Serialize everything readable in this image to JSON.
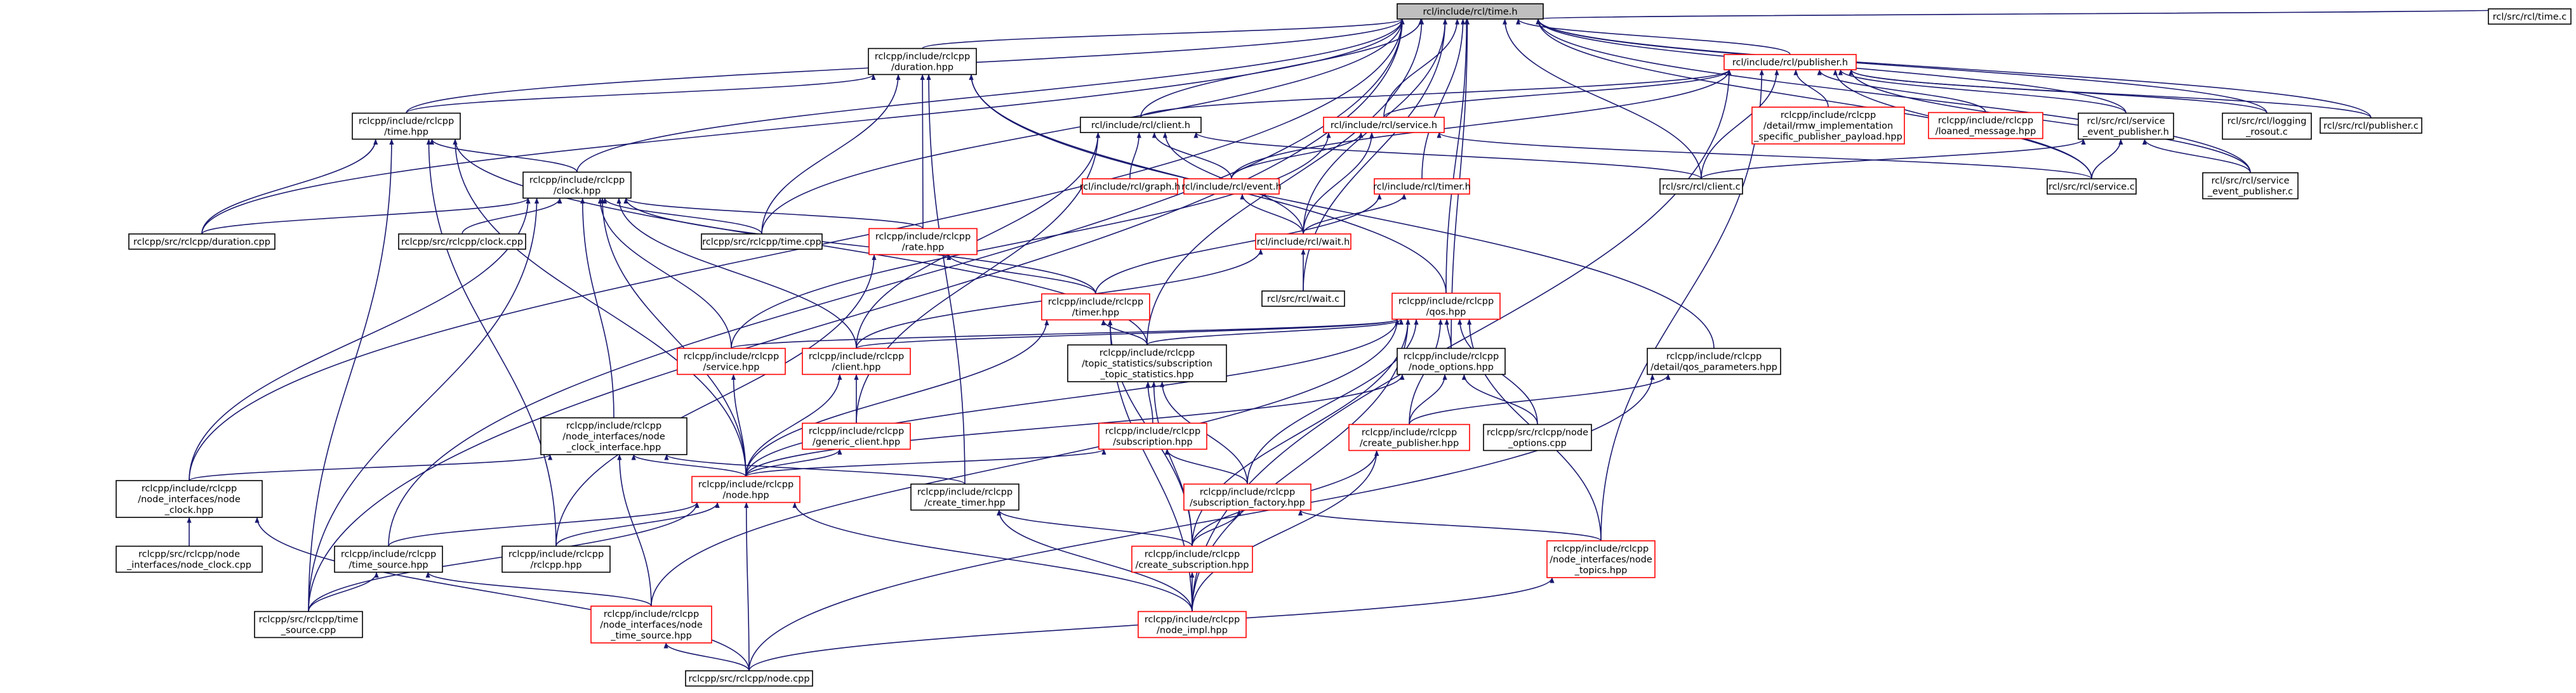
{
  "colors": {
    "node_border_default": "#000000",
    "node_border_incomplete": "#ff0000",
    "root_fill": "#bfbfbf",
    "node_fill": "#ffffff",
    "edge_color": "#191970"
  },
  "nodes": [
    {
      "id": "n0",
      "lines": [
        "rcl/include/rcl/time.h"
      ],
      "root": true,
      "incomplete": false
    },
    {
      "id": "n1",
      "lines": [
        "rcl/src/rcl/time.c"
      ],
      "incomplete": false
    },
    {
      "id": "n2",
      "lines": [
        "rclcpp/include/rclcpp",
        "/duration.hpp"
      ],
      "incomplete": false
    },
    {
      "id": "n3",
      "lines": [
        "rcl/include/rcl/publisher.h"
      ],
      "incomplete": true
    },
    {
      "id": "n4",
      "lines": [
        "rclcpp/include/rclcpp",
        "/time.hpp"
      ],
      "incomplete": false
    },
    {
      "id": "n5",
      "lines": [
        "rcl/include/rcl/client.h"
      ],
      "incomplete": false
    },
    {
      "id": "n6",
      "lines": [
        "rcl/include/rcl/service.h"
      ],
      "incomplete": true
    },
    {
      "id": "n7",
      "lines": [
        "rclcpp/include/rclcpp",
        "/detail/rmw_implementation",
        "_specific_publisher_payload.hpp"
      ],
      "incomplete": true
    },
    {
      "id": "n8",
      "lines": [
        "rclcpp/include/rclcpp",
        "/loaned_message.hpp"
      ],
      "incomplete": true
    },
    {
      "id": "n9",
      "lines": [
        "rcl/src/rcl/service",
        "_event_publisher.h"
      ],
      "incomplete": false
    },
    {
      "id": "n10",
      "lines": [
        "rcl/src/rcl/logging",
        "_rosout.c"
      ],
      "incomplete": false
    },
    {
      "id": "n11",
      "lines": [
        "rcl/src/rcl/publisher.c"
      ],
      "incomplete": false
    },
    {
      "id": "n12",
      "lines": [
        "rclcpp/include/rclcpp",
        "/clock.hpp"
      ],
      "incomplete": false
    },
    {
      "id": "n13",
      "lines": [
        "rcl/include/rcl/graph.h"
      ],
      "incomplete": true
    },
    {
      "id": "n14",
      "lines": [
        "rcl/include/rcl/event.h"
      ],
      "incomplete": true
    },
    {
      "id": "n15",
      "lines": [
        "rcl/include/rcl/timer.h"
      ],
      "incomplete": true
    },
    {
      "id": "n16",
      "lines": [
        "rcl/src/rcl/client.c"
      ],
      "incomplete": false
    },
    {
      "id": "n17",
      "lines": [
        "rcl/src/rcl/service.c"
      ],
      "incomplete": false
    },
    {
      "id": "n18",
      "lines": [
        "rcl/src/rcl/service",
        "_event_publisher.c"
      ],
      "incomplete": false
    },
    {
      "id": "n19",
      "lines": [
        "rclcpp/src/rclcpp/duration.cpp"
      ],
      "incomplete": false
    },
    {
      "id": "n20",
      "lines": [
        "rclcpp/src/rclcpp/clock.cpp"
      ],
      "incomplete": false
    },
    {
      "id": "n21",
      "lines": [
        "rclcpp/src/rclcpp/time.cpp"
      ],
      "incomplete": false
    },
    {
      "id": "n22",
      "lines": [
        "rclcpp/include/rclcpp",
        "/rate.hpp"
      ],
      "incomplete": true
    },
    {
      "id": "n23",
      "lines": [
        "rcl/include/rcl/wait.h"
      ],
      "incomplete": true
    },
    {
      "id": "n24",
      "lines": [
        "rclcpp/include/rclcpp",
        "/timer.hpp"
      ],
      "incomplete": true
    },
    {
      "id": "n25",
      "lines": [
        "rcl/src/rcl/wait.c"
      ],
      "incomplete": false
    },
    {
      "id": "n26",
      "lines": [
        "rclcpp/include/rclcpp",
        "/qos.hpp"
      ],
      "incomplete": true
    },
    {
      "id": "n27",
      "lines": [
        "rclcpp/include/rclcpp",
        "/service.hpp"
      ],
      "incomplete": true
    },
    {
      "id": "n28",
      "lines": [
        "rclcpp/include/rclcpp",
        "/client.hpp"
      ],
      "incomplete": true
    },
    {
      "id": "n29",
      "lines": [
        "rclcpp/include/rclcpp",
        "/topic_statistics/subscription",
        "_topic_statistics.hpp"
      ],
      "incomplete": false
    },
    {
      "id": "n30",
      "lines": [
        "rclcpp/include/rclcpp",
        "/node_options.hpp"
      ],
      "incomplete": false
    },
    {
      "id": "n31",
      "lines": [
        "rclcpp/include/rclcpp",
        "/detail/qos_parameters.hpp"
      ],
      "incomplete": false
    },
    {
      "id": "n32",
      "lines": [
        "rclcpp/include/rclcpp",
        "/node_interfaces/node",
        "_clock_interface.hpp"
      ],
      "incomplete": false
    },
    {
      "id": "n33",
      "lines": [
        "rclcpp/include/rclcpp",
        "/generic_client.hpp"
      ],
      "incomplete": true
    },
    {
      "id": "n34",
      "lines": [
        "rclcpp/include/rclcpp",
        "/subscription.hpp"
      ],
      "incomplete": true
    },
    {
      "id": "n35",
      "lines": [
        "rclcpp/include/rclcpp",
        "/create_publisher.hpp"
      ],
      "incomplete": true
    },
    {
      "id": "n36",
      "lines": [
        "rclcpp/src/rclcpp/node",
        "_options.cpp"
      ],
      "incomplete": false
    },
    {
      "id": "n37",
      "lines": [
        "rclcpp/include/rclcpp",
        "/node_interfaces/node",
        "_clock.hpp"
      ],
      "incomplete": false
    },
    {
      "id": "n38",
      "lines": [
        "rclcpp/include/rclcpp",
        "/node.hpp"
      ],
      "incomplete": true
    },
    {
      "id": "n39",
      "lines": [
        "rclcpp/include/rclcpp",
        "/create_timer.hpp"
      ],
      "incomplete": false
    },
    {
      "id": "n40",
      "lines": [
        "rclcpp/include/rclcpp",
        "/subscription_factory.hpp"
      ],
      "incomplete": true
    },
    {
      "id": "n41",
      "lines": [
        "rclcpp/src/rclcpp/node",
        "_interfaces/node_clock.cpp"
      ],
      "incomplete": false
    },
    {
      "id": "n42",
      "lines": [
        "rclcpp/include/rclcpp",
        "/time_source.hpp"
      ],
      "incomplete": false
    },
    {
      "id": "n43",
      "lines": [
        "rclcpp/include/rclcpp",
        "/rclcpp.hpp"
      ],
      "incomplete": false
    },
    {
      "id": "n44",
      "lines": [
        "rclcpp/include/rclcpp",
        "/create_subscription.hpp"
      ],
      "incomplete": true
    },
    {
      "id": "n45",
      "lines": [
        "rclcpp/include/rclcpp",
        "/node_interfaces/node",
        "_topics.hpp"
      ],
      "incomplete": true
    },
    {
      "id": "n46",
      "lines": [
        "rclcpp/src/rclcpp/time",
        "_source.cpp"
      ],
      "incomplete": false
    },
    {
      "id": "n47",
      "lines": [
        "rclcpp/include/rclcpp",
        "/node_interfaces/node",
        "_time_source.hpp"
      ],
      "incomplete": true
    },
    {
      "id": "n48",
      "lines": [
        "rclcpp/include/rclcpp",
        "/node_impl.hpp"
      ],
      "incomplete": true
    },
    {
      "id": "n49",
      "lines": [
        "rclcpp/src/rclcpp/node.cpp"
      ],
      "incomplete": false
    }
  ],
  "edges": [
    [
      "n1",
      "n0"
    ],
    [
      "n2",
      "n0"
    ],
    [
      "n3",
      "n0"
    ],
    [
      "n4",
      "n0"
    ],
    [
      "n5",
      "n0"
    ],
    [
      "n6",
      "n0"
    ],
    [
      "n9",
      "n0"
    ],
    [
      "n10",
      "n0"
    ],
    [
      "n11",
      "n0"
    ],
    [
      "n12",
      "n0"
    ],
    [
      "n15",
      "n0"
    ],
    [
      "n16",
      "n0"
    ],
    [
      "n17",
      "n0"
    ],
    [
      "n18",
      "n0"
    ],
    [
      "n19",
      "n0"
    ],
    [
      "n21",
      "n0"
    ],
    [
      "n23",
      "n0"
    ],
    [
      "n25",
      "n0"
    ],
    [
      "n26",
      "n0"
    ],
    [
      "n29",
      "n0"
    ],
    [
      "n30",
      "n0"
    ],
    [
      "n37",
      "n0"
    ],
    [
      "n42",
      "n0"
    ],
    [
      "n46",
      "n0"
    ],
    [
      "n5",
      "n3"
    ],
    [
      "n6",
      "n3"
    ],
    [
      "n7",
      "n3"
    ],
    [
      "n8",
      "n3"
    ],
    [
      "n9",
      "n3"
    ],
    [
      "n10",
      "n3"
    ],
    [
      "n11",
      "n3"
    ],
    [
      "n14",
      "n3"
    ],
    [
      "n16",
      "n3"
    ],
    [
      "n17",
      "n3"
    ],
    [
      "n18",
      "n3"
    ],
    [
      "n45",
      "n3"
    ],
    [
      "n48",
      "n3"
    ],
    [
      "n4",
      "n2"
    ],
    [
      "n21",
      "n2"
    ],
    [
      "n22",
      "n2"
    ],
    [
      "n26",
      "n2"
    ],
    [
      "n31",
      "n2"
    ],
    [
      "n39",
      "n2"
    ],
    [
      "n12",
      "n4"
    ],
    [
      "n19",
      "n4"
    ],
    [
      "n29",
      "n4"
    ],
    [
      "n38",
      "n4"
    ],
    [
      "n43",
      "n4"
    ],
    [
      "n46",
      "n4"
    ],
    [
      "n13",
      "n5"
    ],
    [
      "n14",
      "n5"
    ],
    [
      "n16",
      "n5"
    ],
    [
      "n23",
      "n5"
    ],
    [
      "n28",
      "n5"
    ],
    [
      "n33",
      "n5"
    ],
    [
      "n14",
      "n6"
    ],
    [
      "n17",
      "n6"
    ],
    [
      "n23",
      "n6"
    ],
    [
      "n27",
      "n6"
    ],
    [
      "n16",
      "n9"
    ],
    [
      "n17",
      "n9"
    ],
    [
      "n18",
      "n9"
    ],
    [
      "n19",
      "n12"
    ],
    [
      "n20",
      "n12"
    ],
    [
      "n21",
      "n12"
    ],
    [
      "n22",
      "n12"
    ],
    [
      "n24",
      "n12"
    ],
    [
      "n27",
      "n12"
    ],
    [
      "n28",
      "n12"
    ],
    [
      "n32",
      "n12"
    ],
    [
      "n37",
      "n12"
    ],
    [
      "n38",
      "n12"
    ],
    [
      "n46",
      "n12"
    ],
    [
      "n23",
      "n14"
    ],
    [
      "n23",
      "n15"
    ],
    [
      "n24",
      "n15"
    ],
    [
      "n25",
      "n23"
    ],
    [
      "n28",
      "n23"
    ],
    [
      "n24",
      "n22"
    ],
    [
      "n43",
      "n22"
    ],
    [
      "n29",
      "n24"
    ],
    [
      "n38",
      "n24"
    ],
    [
      "n44",
      "n24"
    ],
    [
      "n48",
      "n24"
    ],
    [
      "n27",
      "n26"
    ],
    [
      "n28",
      "n26"
    ],
    [
      "n29",
      "n26"
    ],
    [
      "n30",
      "n26"
    ],
    [
      "n35",
      "n26"
    ],
    [
      "n36",
      "n26"
    ],
    [
      "n38",
      "n26"
    ],
    [
      "n40",
      "n26"
    ],
    [
      "n44",
      "n26"
    ],
    [
      "n45",
      "n26"
    ],
    [
      "n47",
      "n26"
    ],
    [
      "n48",
      "n26"
    ],
    [
      "n38",
      "n27"
    ],
    [
      "n33",
      "n28"
    ],
    [
      "n38",
      "n28"
    ],
    [
      "n34",
      "n29"
    ],
    [
      "n40",
      "n29"
    ],
    [
      "n44",
      "n29"
    ],
    [
      "n35",
      "n30"
    ],
    [
      "n36",
      "n30"
    ],
    [
      "n38",
      "n30"
    ],
    [
      "n35",
      "n31"
    ],
    [
      "n49",
      "n31"
    ],
    [
      "n37",
      "n32"
    ],
    [
      "n38",
      "n32"
    ],
    [
      "n39",
      "n32"
    ],
    [
      "n47",
      "n32"
    ],
    [
      "n38",
      "n33"
    ],
    [
      "n38",
      "n34"
    ],
    [
      "n40",
      "n34"
    ],
    [
      "n44",
      "n35"
    ],
    [
      "n48",
      "n35"
    ],
    [
      "n41",
      "n37"
    ],
    [
      "n49",
      "n37"
    ],
    [
      "n42",
      "n38"
    ],
    [
      "n43",
      "n38"
    ],
    [
      "n46",
      "n38"
    ],
    [
      "n48",
      "n38"
    ],
    [
      "n49",
      "n38"
    ],
    [
      "n44",
      "n39"
    ],
    [
      "n48",
      "n39"
    ],
    [
      "n44",
      "n40"
    ],
    [
      "n45",
      "n40"
    ],
    [
      "n46",
      "n42"
    ],
    [
      "n47",
      "n42"
    ],
    [
      "n48",
      "n44"
    ],
    [
      "n49",
      "n45"
    ],
    [
      "n49",
      "n47"
    ]
  ]
}
